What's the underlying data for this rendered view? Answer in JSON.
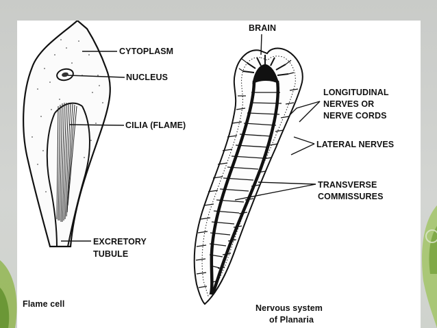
{
  "flame_cell": {
    "labels": {
      "cytoplasm": "CYTOPLASM",
      "nucleus": "NUCLEUS",
      "cilia": "CILIA (FLAME)",
      "excretory_line1": "EXCRETORY",
      "excretory_line2": "TUBULE"
    },
    "caption": "Flame cell"
  },
  "planaria": {
    "labels": {
      "brain": "BRAIN",
      "longitudinal_line1": "LONGITUDINAL",
      "longitudinal_line2": "NERVES OR",
      "longitudinal_line3": "NERVE CORDS",
      "lateral": "LATERAL NERVES",
      "transverse_line1": "TRANSVERSE",
      "transverse_line2": "COMMISSURES"
    },
    "caption_line1": "Nervous system",
    "caption_line2": "of Planaria"
  },
  "colors": {
    "ink": "#111111",
    "slide_bg": "#ffffff",
    "backdrop": "#cfd1ce",
    "leaf_green": "#7aa63a"
  }
}
